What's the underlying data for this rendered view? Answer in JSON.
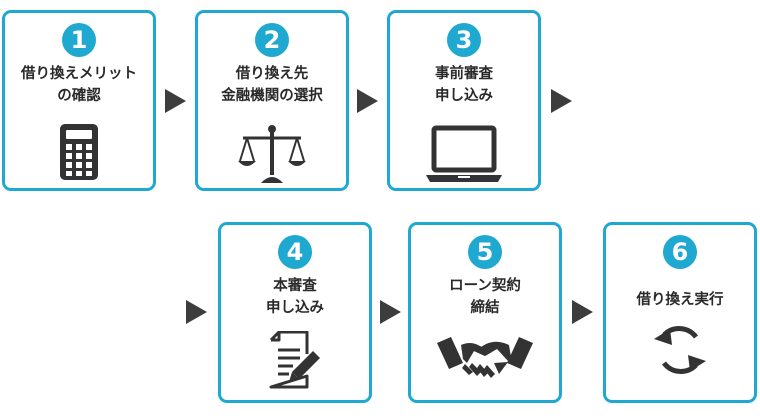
{
  "steps": [
    {
      "number": "1",
      "lines": [
        "借り換えメリット",
        "の確認"
      ],
      "icon": "calculator-icon"
    },
    {
      "number": "2",
      "lines": [
        "借り換え先",
        "金融機関の選択"
      ],
      "icon": "scales-icon"
    },
    {
      "number": "3",
      "lines": [
        "事前審査",
        "申し込み"
      ],
      "icon": "laptop-icon"
    },
    {
      "number": "4",
      "lines": [
        "本審査",
        "申し込み"
      ],
      "icon": "document-pen-icon"
    },
    {
      "number": "5",
      "lines": [
        "ローン契約",
        "締結"
      ],
      "icon": "handshake-icon"
    },
    {
      "number": "6",
      "lines": [
        "借り換え実行"
      ],
      "icon": "refresh-cycle-icon"
    }
  ],
  "colors": {
    "accent": "#1fa8d0",
    "arrow": "#3d3d3d",
    "icon": "#333333",
    "text": "#2a2a2a"
  }
}
